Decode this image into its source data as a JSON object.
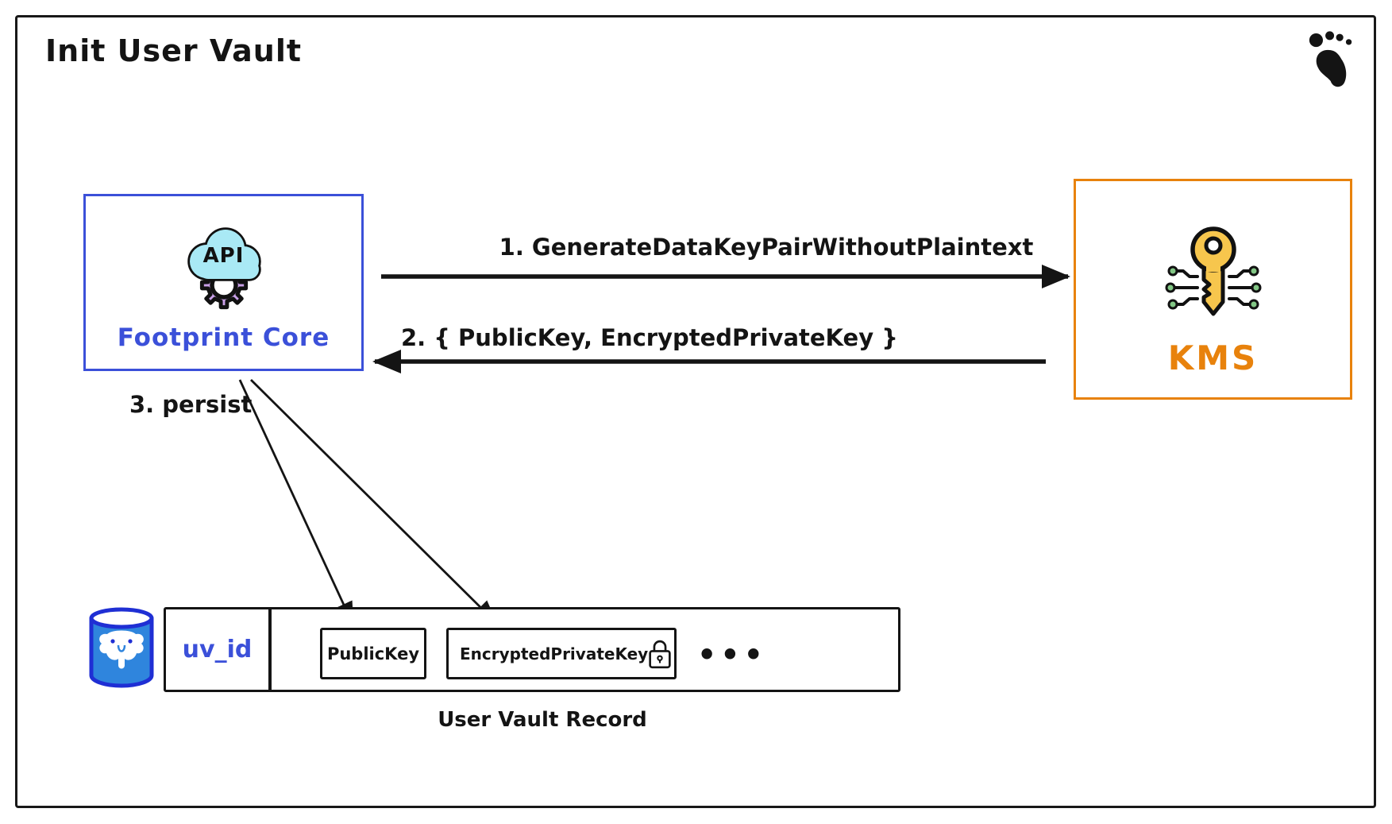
{
  "title": "Init User Vault",
  "logo_name": "footprint-logo",
  "nodes": {
    "core": {
      "label": "Footprint Core",
      "icon_text": "API"
    },
    "kms": {
      "label": "KMS"
    }
  },
  "steps": {
    "step1": "1. GenerateDataKeyPairWithoutPlaintext",
    "step2": "2. { PublicKey, EncryptedPrivateKey }",
    "step3": "3. persist"
  },
  "record": {
    "caption": "User Vault Record",
    "id_cell": "uv_id",
    "public_key": "PublicKey",
    "encrypted_private_key": "EncryptedPrivateKey",
    "ellipsis": "•••"
  },
  "colors": {
    "blue": "#3b50d9",
    "orange": "#e8820c",
    "ink": "#141414",
    "cloud_cyan": "#a9e9f5",
    "gear_purple": "#c9a0e8",
    "key_gold": "#f7c64d",
    "dot_green": "#82c785",
    "pg_fill": "#2f85dd",
    "pg_stroke": "#1f2fd4"
  }
}
